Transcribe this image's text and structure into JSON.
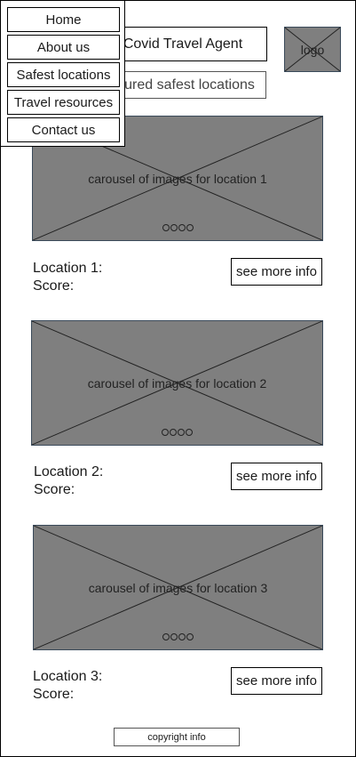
{
  "header": {
    "title": "Covid Travel Agent",
    "logo_label": "logo",
    "featured_button": "Featured safest locations"
  },
  "menu": {
    "items": [
      {
        "label": "Home"
      },
      {
        "label": "About us"
      },
      {
        "label": "Safest locations"
      },
      {
        "label": "Travel resources"
      },
      {
        "label": "Contact us"
      }
    ]
  },
  "locations": [
    {
      "carousel_label": "carousel of images for location 1",
      "name": "Location 1:",
      "score": "Score:",
      "button": "see more info"
    },
    {
      "carousel_label": "carousel of images for location 2",
      "name": "Location 2:",
      "score": "Score:",
      "button": "see more info"
    },
    {
      "carousel_label": "carousel of images for location 3",
      "name": "Location 3:",
      "score": "Score:",
      "button": "see more info"
    }
  ],
  "footer": {
    "copyright": "copyright info"
  },
  "colors": {
    "placeholder": "#7f7f7f",
    "border": "#000000",
    "background": "#ffffff"
  }
}
